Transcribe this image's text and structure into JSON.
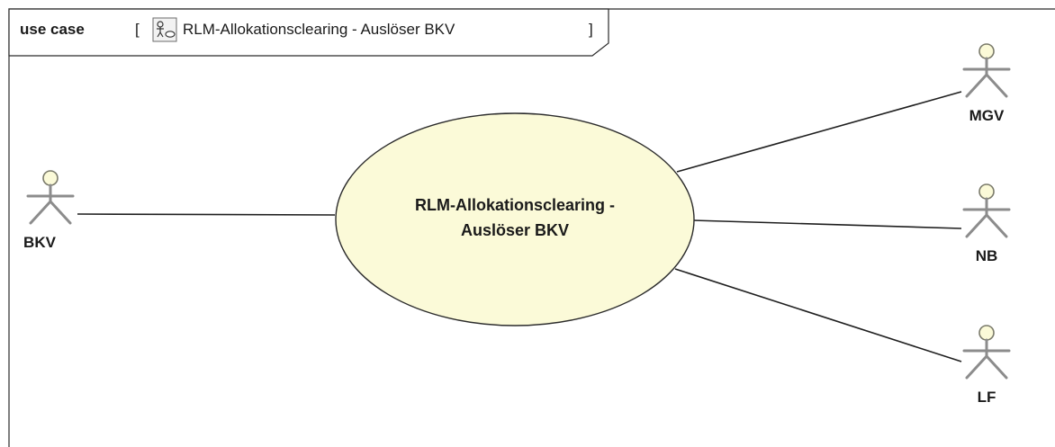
{
  "frame": {
    "keyword": "use case",
    "open_bracket": "[",
    "title": "RLM-Allokationsclearing - Auslöser BKV",
    "close_bracket": "]",
    "icon": "use-case-diagram-icon"
  },
  "use_case": {
    "line1": "RLM-Allokationsclearing -",
    "line2": "Auslöser BKV"
  },
  "actors": {
    "bkv": "BKV",
    "mgv": "MGV",
    "nb": "NB",
    "lf": "LF"
  },
  "colors": {
    "usecase_fill": "#fbfad8",
    "actor_head_fill": "#fbfad8",
    "stroke": "#2b2b2b"
  }
}
